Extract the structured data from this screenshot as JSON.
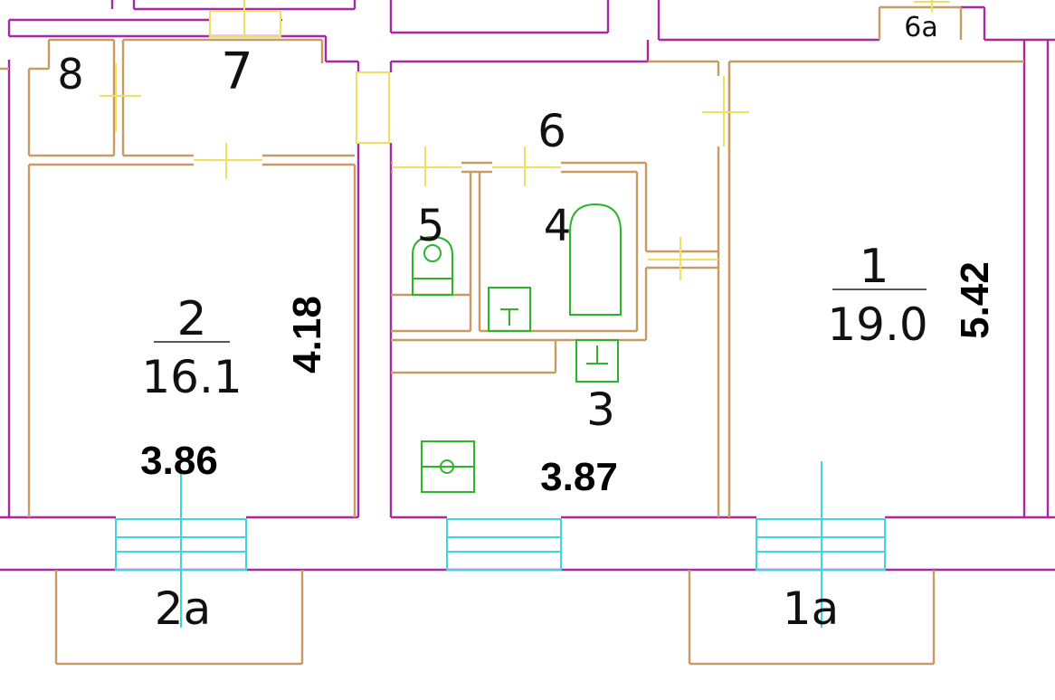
{
  "plan": {
    "colors": {
      "outer_walls": "#a828a8",
      "inner_walls": "#c89a64",
      "doors": "#f0e060",
      "windows": "#3fd6e0",
      "fixtures": "#2bb52b",
      "text": "#111111"
    },
    "rooms": [
      {
        "id": "room-1",
        "number": "1",
        "area": "19.0"
      },
      {
        "id": "room-2",
        "number": "2",
        "area": "16.1"
      },
      {
        "id": "room-3",
        "number": "3"
      },
      {
        "id": "room-4",
        "number": "4"
      },
      {
        "id": "room-5",
        "number": "5"
      },
      {
        "id": "room-6",
        "number": "6"
      },
      {
        "id": "room-6a",
        "number": "6a"
      },
      {
        "id": "room-7",
        "number": "7"
      },
      {
        "id": "room-8",
        "number": "8"
      },
      {
        "id": "balcony-1a",
        "number": "1a"
      },
      {
        "id": "balcony-2a",
        "number": "2a"
      }
    ],
    "dimensions": {
      "room2_width": "3.86",
      "room2_length": "4.18",
      "room3_width": "3.87",
      "room1_length": "5.42"
    }
  }
}
